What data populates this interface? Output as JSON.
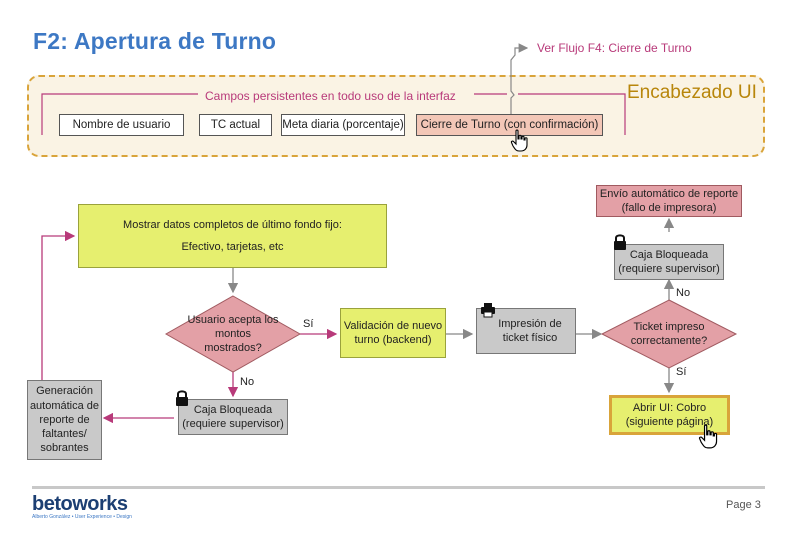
{
  "title": "F2: Apertura de Turno",
  "header": {
    "label": "Encabezado UI",
    "persistent_note": "Campos persistentes en todo uso de la interfaz",
    "see_flow": "Ver Flujo F4: Cierre de Turno",
    "fields": [
      "Nombre de usuario",
      "TC actual",
      "Meta diaria (porcentaje)",
      "Cierre de Turno (con confirmación)"
    ]
  },
  "nodes": {
    "mostrar_l1": "Mostrar datos completos de último fondo fijo:",
    "mostrar_l2": "Efectivo, tarjetas, etc",
    "usuario_acepta": "Usuario acepta los montos mostrados?",
    "validacion": "Validación de nuevo turno (backend)",
    "impresion": "Impresión de ticket físico",
    "ticket_impreso": "Ticket impreso correctamente?",
    "caja_bloqueada_1": "Caja Bloqueada (requiere supervisor)",
    "caja_bloqueada_2": "Caja Bloqueada (requiere supervisor)",
    "envio": "Envío automático de reporte (fallo de impresora)",
    "generacion": "Generación automática de reporte de faltantes/ sobrantes",
    "abrir_cobro": "Abrir UI: Cobro (siguiente página)"
  },
  "edge_labels": {
    "si_1": "Sí",
    "no_1": "No",
    "no_2": "No",
    "si_2": "Sí"
  },
  "footer": {
    "logo_a": "beto",
    "logo_b": "works",
    "logo_sub": "Alberto González • User Experience • Design",
    "page": "Page 3"
  },
  "colors": {
    "title": "#3d78c4",
    "header_border": "#d9a43a",
    "magenta_line": "#b83a7a",
    "yellow_node": "#e6ef6f",
    "gray_node": "#c9c9c9",
    "pink_node": "#e3a0a6",
    "highlight_border": "#d9a43a"
  },
  "icons": [
    "lock-icon",
    "printer-icon",
    "hand-cursor-icon"
  ]
}
